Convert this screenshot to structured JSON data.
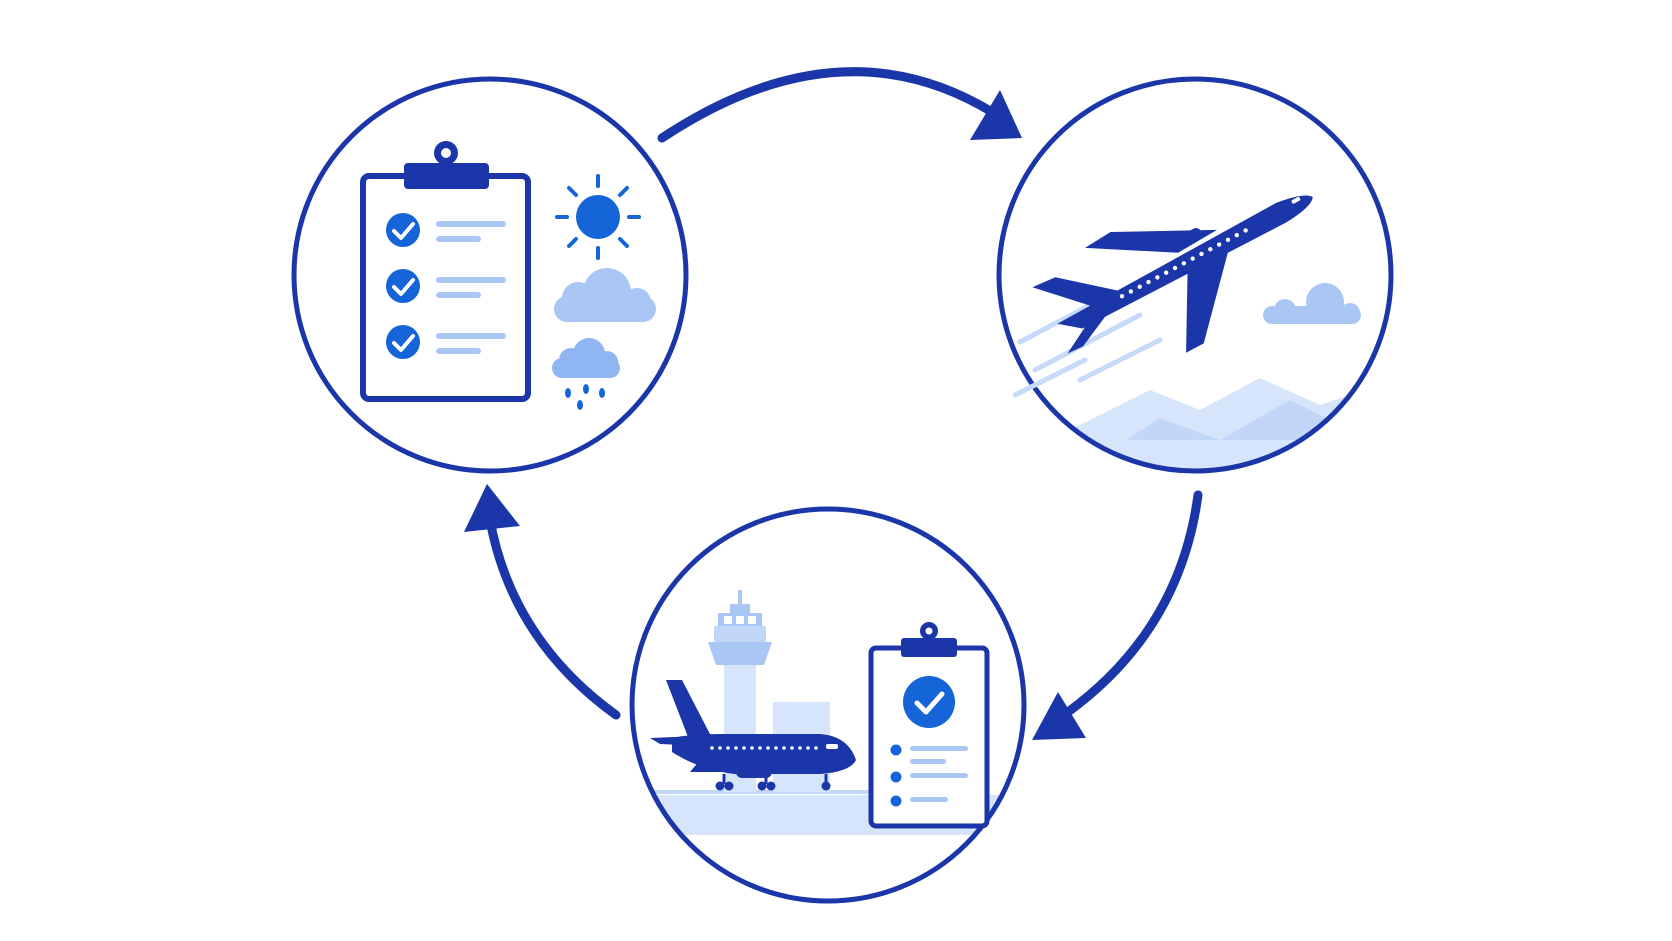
{
  "colors": {
    "primary": "#1a36a8",
    "accent": "#1565d8",
    "light": "#a9c6f5",
    "pale": "#d6e5fb",
    "background": "#ffffff"
  },
  "stages": [
    {
      "name": "preflight-planning",
      "icons": [
        "clipboard-icon",
        "check-icon",
        "sun-icon",
        "cloud-icon",
        "rain-cloud-icon"
      ]
    },
    {
      "name": "takeoff-flight",
      "icons": [
        "airplane-icon",
        "cloud-icon",
        "mountains-icon"
      ]
    },
    {
      "name": "landing-review",
      "icons": [
        "control-tower-icon",
        "airplane-icon",
        "clipboard-icon",
        "check-icon"
      ]
    }
  ],
  "cycle_arrows": [
    {
      "from": "preflight-planning",
      "to": "takeoff-flight"
    },
    {
      "from": "takeoff-flight",
      "to": "landing-review"
    },
    {
      "from": "landing-review",
      "to": "preflight-planning"
    }
  ]
}
